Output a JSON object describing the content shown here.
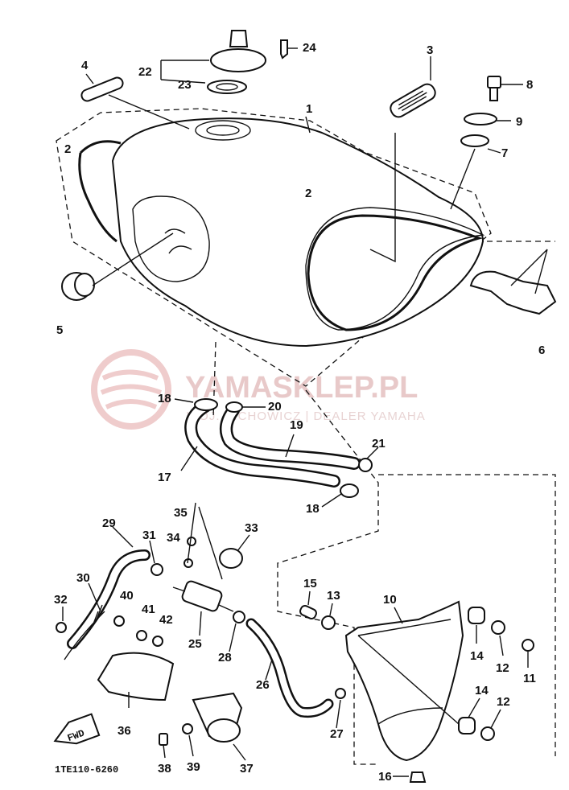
{
  "diagram": {
    "part_code": "1TE110-6260",
    "direction_arrow": "FWD",
    "watermark": {
      "brand": "YAMASKLEP.PL",
      "subtitle": "WOJ. CICHOWICZ | DEALER YAMAHA"
    },
    "callouts": {
      "c1": "1",
      "c2a": "2",
      "c2b": "2",
      "c3": "3",
      "c4": "4",
      "c5": "5",
      "c6": "6",
      "c7": "7",
      "c8": "8",
      "c9": "9",
      "c10": "10",
      "c11": "11",
      "c12a": "12",
      "c12b": "12",
      "c13": "13",
      "c14a": "14",
      "c14b": "14",
      "c15": "15",
      "c16": "16",
      "c17": "17",
      "c18a": "18",
      "c18b": "18",
      "c19": "19",
      "c20": "20",
      "c21": "21",
      "c22": "22",
      "c23": "23",
      "c24": "24",
      "c25": "25",
      "c26": "26",
      "c27": "27",
      "c28": "28",
      "c29": "29",
      "c30": "30",
      "c31": "31",
      "c32": "32",
      "c33": "33",
      "c34": "34",
      "c35": "35",
      "c36": "36",
      "c37": "37",
      "c38": "38",
      "c39": "39",
      "c40": "40",
      "c41": "41",
      "c42": "42"
    }
  }
}
